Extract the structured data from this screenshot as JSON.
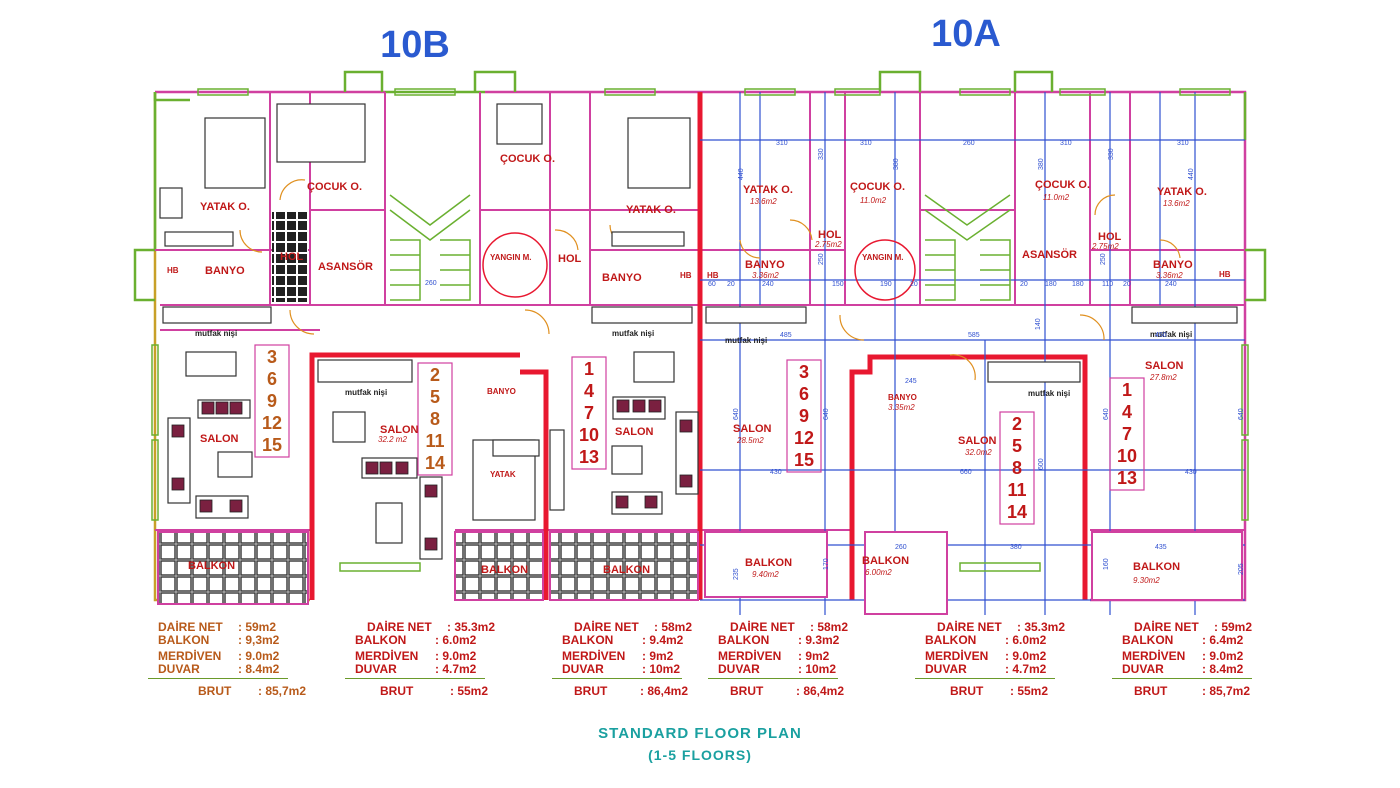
{
  "buildings": [
    {
      "label": "10B",
      "color": "#2a5ad0"
    },
    {
      "label": "10A",
      "color": "#2a5ad0"
    }
  ],
  "rooms": {
    "yatak": "YATAK O.",
    "cocuk": "ÇOCUK O.",
    "banyo": "BANYO",
    "hol": "HOL",
    "asansor": "ASANSÖR",
    "yangin": "YANGIN M.",
    "hb": "HB",
    "mutfak": "mutfak nişi",
    "salon": "SALON",
    "balkon": "BALKON",
    "yatak_short": "YATAK"
  },
  "areas": {
    "yatak_10a_left": "13.6m2",
    "cocuk_10a_left": "11.0m2",
    "hol_10a_left": "2.75m2",
    "banyo_10a_left": "3.36m2",
    "cocuk_10a_right": "11.0m2",
    "hol_10a_right": "2.75m2",
    "yatak_10a_right": "13.6m2",
    "banyo_10a_right": "3.36m2",
    "salon_10b_mid": "32.2 m2",
    "salon_10a_a": "28.5m2",
    "salon_10a_b": "32.0m2",
    "salon_10a_c": "27.8m2",
    "banyo_10a_mid": "3.35m2",
    "balkon_10a_a": "9.40m2",
    "balkon_10a_b": "6.00m2",
    "balkon_10a_c": "9.30m2"
  },
  "dimensions": {
    "d310a": "310",
    "d310b": "310",
    "d260a": "260",
    "d310c": "310",
    "d440a": "440",
    "d330a": "330",
    "d380a": "380",
    "d380b": "380",
    "d330b": "330",
    "d440b": "440",
    "d485": "485",
    "d585": "585",
    "d450": "450",
    "d640a": "640",
    "d640b": "640",
    "d640c": "640",
    "d430a": "430",
    "d660": "660",
    "d430b": "430",
    "d600": "600",
    "d260b": "260",
    "d380c": "380",
    "d435": "435",
    "d235": "235",
    "d170": "170",
    "d160": "160",
    "d205": "205",
    "d250a": "250",
    "d250b": "250",
    "d240a": "240",
    "d240b": "240",
    "d245": "245",
    "d180a": "180",
    "d180b": "180",
    "d190": "190",
    "d110": "110",
    "d150": "150",
    "d260c": "260",
    "d140": "140",
    "d60": "60",
    "d20a": "20",
    "d20b": "20",
    "d20c": "20",
    "d20d": "20"
  },
  "floor_numbers": [
    {
      "lines": [
        "3",
        "6",
        "9",
        "12",
        "15"
      ],
      "color": "#b85a1a"
    },
    {
      "lines": [
        "2",
        "5",
        "8",
        "11",
        "14"
      ],
      "color": "#b85a1a"
    },
    {
      "lines": [
        "1",
        "4",
        "7",
        "10",
        "13"
      ],
      "color": "#c01818"
    },
    {
      "lines": [
        "3",
        "6",
        "9",
        "12",
        "15"
      ],
      "color": "#c01818"
    },
    {
      "lines": [
        "2",
        "5",
        "8",
        "11",
        "14"
      ],
      "color": "#c01818"
    },
    {
      "lines": [
        "1",
        "4",
        "7",
        "10",
        "13"
      ],
      "color": "#c01818"
    }
  ],
  "units": [
    {
      "color": "#b85a1a",
      "rows": [
        {
          "k": "DAİRE NET",
          "v": ": 59m2"
        },
        {
          "k": "BALKON",
          "v": ": 9,3m2"
        },
        {
          "k": "MERDİVEN",
          "v": ": 9.0m2"
        },
        {
          "k": "DUVAR",
          "v": ": 8.4m2"
        }
      ],
      "brut_k": "BRUT",
      "brut_v": ": 85,7m2"
    },
    {
      "color": "#c01818",
      "rows": [
        {
          "k": "DAİRE NET",
          "v": ": 35.3m2"
        },
        {
          "k": "BALKON",
          "v": ": 6.0m2"
        },
        {
          "k": "MERDİVEN",
          "v": ": 9.0m2"
        },
        {
          "k": "DUVAR",
          "v": ": 4.7m2"
        }
      ],
      "brut_k": "BRUT",
      "brut_v": ": 55m2"
    },
    {
      "color": "#c01818",
      "rows": [
        {
          "k": "DAİRE NET",
          "v": ": 58m2"
        },
        {
          "k": "BALKON",
          "v": ": 9.4m2"
        },
        {
          "k": "MERDİVEN",
          "v": ": 9m2"
        },
        {
          "k": "DUVAR",
          "v": ": 10m2"
        }
      ],
      "brut_k": "BRUT",
      "brut_v": ": 86,4m2"
    },
    {
      "color": "#c01818",
      "rows": [
        {
          "k": "DAİRE NET",
          "v": ": 58m2"
        },
        {
          "k": "BALKON",
          "v": ": 9.3m2"
        },
        {
          "k": "MERDİVEN",
          "v": ": 9m2"
        },
        {
          "k": "DUVAR",
          "v": ": 10m2"
        }
      ],
      "brut_k": "BRUT",
      "brut_v": ": 86,4m2"
    },
    {
      "color": "#c01818",
      "rows": [
        {
          "k": "DAİRE NET",
          "v": ": 35.3m2"
        },
        {
          "k": "BALKON",
          "v": ": 6.0m2"
        },
        {
          "k": "MERDİVEN",
          "v": ": 9.0m2"
        },
        {
          "k": "DUVAR",
          "v": ": 4.7m2"
        }
      ],
      "brut_k": "BRUT",
      "brut_v": ": 55m2"
    },
    {
      "color": "#c01818",
      "rows": [
        {
          "k": "DAİRE NET",
          "v": ": 59m2"
        },
        {
          "k": "BALKON",
          "v": ": 6.4m2"
        },
        {
          "k": "MERDİVEN",
          "v": ": 9.0m2"
        },
        {
          "k": "DUVAR",
          "v": ": 8.4m2"
        }
      ],
      "brut_k": "BRUT",
      "brut_v": ": 85,7m2"
    }
  ],
  "footer": {
    "title": "STANDARD FLOOR PLAN",
    "subtitle": "(1-5 FLOORS)"
  }
}
